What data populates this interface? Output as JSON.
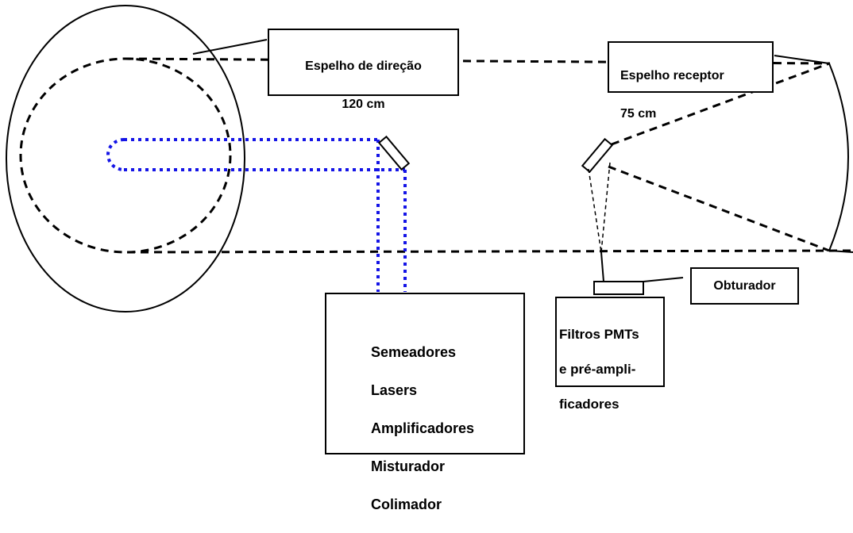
{
  "labels": {
    "steering_mirror": {
      "name": "Espelho de direção",
      "size": "120 cm"
    },
    "receiver_mirror": {
      "name": "Espelho receptor",
      "size": "75 cm"
    },
    "shutter": "Obturador",
    "laser_box": [
      "Semeadores",
      "Lasers",
      "Amplificadores",
      "Misturador",
      "Colimador"
    ],
    "detector_box": [
      "Filtros PMTs",
      "e pré-ampli-",
      "ficadores"
    ]
  },
  "colors": {
    "line": "#000000",
    "laser_beam": "#1414e6",
    "background": "#ffffff"
  }
}
